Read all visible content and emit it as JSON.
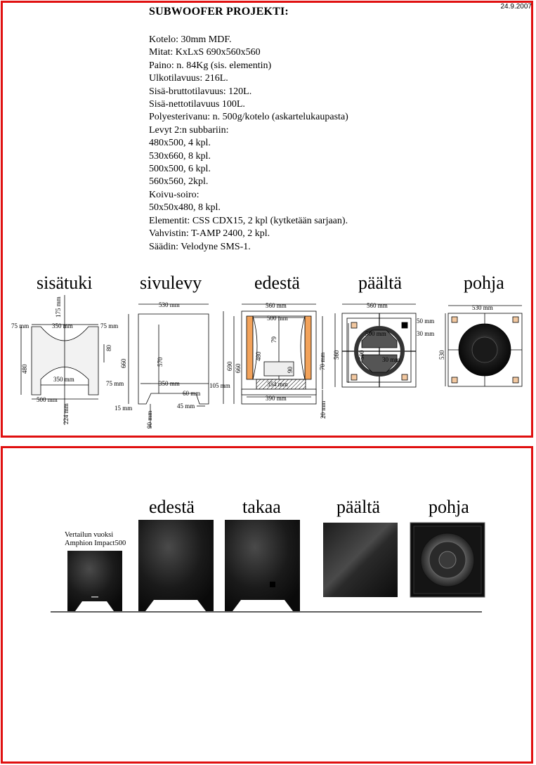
{
  "date": "24.9.2007",
  "title": "SUBWOOFER PROJEKTI:",
  "specs": [
    "Kotelo: 30mm MDF.",
    "Mitat: KxLxS 690x560x560",
    "Paino: n. 84Kg (sis. elementin)",
    "Ulkotilavuus: 216L.",
    "Sisä-bruttotilavuus: 120L.",
    "Sisä-nettotilavuus 100L.",
    "Polyesterivanu: n. 500g/kotelo (askartelukaupasta)",
    "Levyt 2:n subbariin:",
    "480x500, 4 kpl.",
    "530x660, 8 kpl.",
    "500x500, 6 kpl.",
    "560x560, 2kpl.",
    "Koivu-soiro:",
    "50x50x480, 8 kpl.",
    "Elementit: CSS CDX15, 2 kpl (kytketään sarjaan).",
    "Vahvistin: T-AMP 2400, 2 kpl.",
    "Säädin: Velodyne SMS-1."
  ],
  "drawings": {
    "sisatuki": {
      "title": "sisätuki",
      "dims": {
        "d175": "175 mm",
        "d75l": "75 mm",
        "d350t": "350 mm",
        "d75r": "75 mm",
        "d80": "80",
        "d480": "480",
        "d350b": "350 mm",
        "d500": "500 mm",
        "d224": "224 mm"
      }
    },
    "sivulevy": {
      "title": "sivulevy",
      "dims": {
        "d530": "530 mm",
        "d660": "660",
        "d570": "570",
        "d75": "75 mm",
        "d350": "350 mm",
        "d105": "105 mm",
        "d60": "60 mm",
        "d15": "15 mm",
        "d90": "90 mm",
        "d45": "45 mm"
      }
    },
    "edesta": {
      "title": "edestä",
      "dims": {
        "d560": "560 mm",
        "d500": "500 mm",
        "d690": "690",
        "d660": "660",
        "d480": "480",
        "d79": "79",
        "d90": "90",
        "d70": "70 mm",
        "d354": "354 mm",
        "d390": "390 mm",
        "d20": "20 mm"
      }
    },
    "paalta": {
      "title": "päältä",
      "dims": {
        "d560t": "560 mm",
        "d50": "50 mm",
        "d30": "30 mm",
        "d500h": "500 mm",
        "d500v": "500",
        "d560v": "560",
        "d30c": "30 mm"
      }
    },
    "pohja": {
      "title": "pohja",
      "dims": {
        "d530t": "530 mm",
        "d530v": "530"
      }
    }
  },
  "comparison": {
    "note_line1": "Vertailun vuoksi",
    "note_line2": "Amphion Impact500",
    "labels": {
      "front": "edestä",
      "back": "takaa",
      "top": "päältä",
      "bottom": "pohja"
    }
  },
  "colors": {
    "frame": "#e01010",
    "panel_fill": "#f2a25a",
    "box_black": "#111111"
  }
}
